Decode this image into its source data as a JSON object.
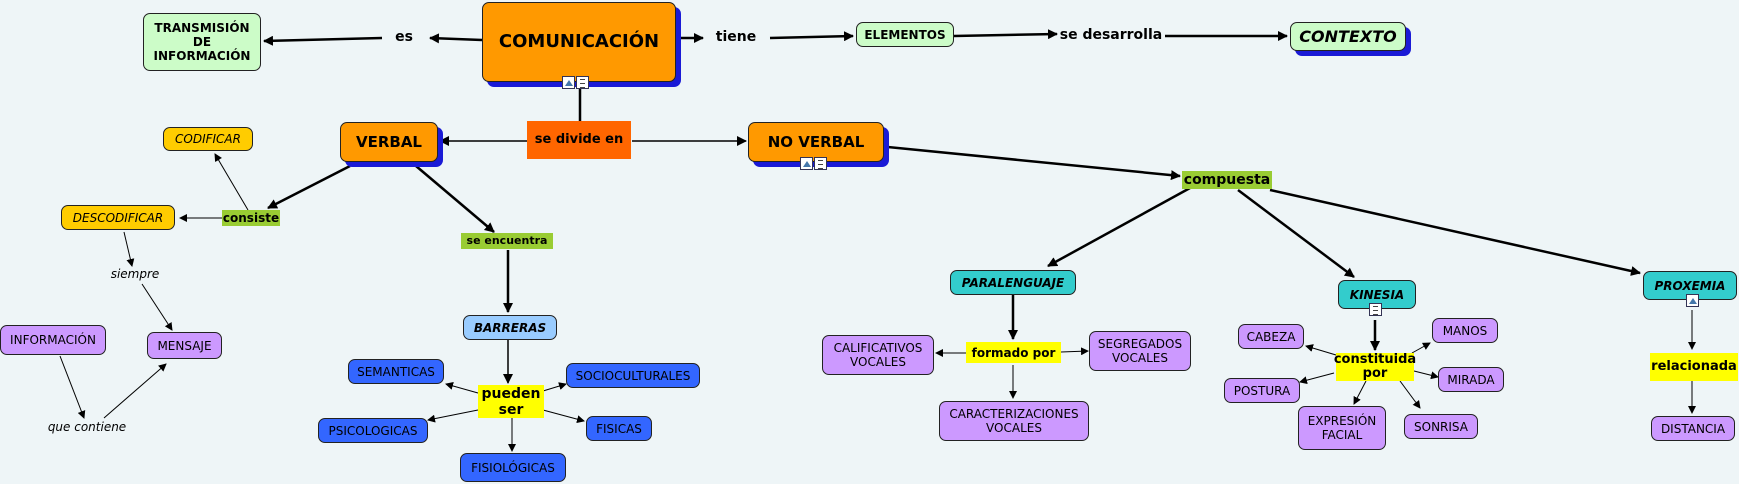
{
  "nodes": {
    "comunicacion": "COMUNICACIÓN",
    "transmision": "TRANSMISIÓN DE INFORMACIÓN",
    "es": "es",
    "tiene": "tiene",
    "elementos": "ELEMENTOS",
    "se_desarrolla": "se desarrolla",
    "contexto": "CONTEXTO",
    "se_divide_en": "se divide en",
    "verbal": "VERBAL",
    "no_verbal": "NO VERBAL",
    "codificar": "CODIFICAR",
    "descodificar": "DESCODIFICAR",
    "consiste": "consiste",
    "siempre": "siempre",
    "mensaje": "MENSAJE",
    "informacion": "INFORMACIÓN",
    "que_contiene": "que contiene",
    "se_encuentra": "se encuentra",
    "barreras": "BARRERAS",
    "pueden_ser": "pueden ser",
    "semanticas": "SEMANTICAS",
    "socioculturales": "SOCIOCULTURALES",
    "psicologicas": "PSICOLOGICAS",
    "fisicas": "FISICAS",
    "fisiologicas": "FISIOLÓGICAS",
    "compuesta": "compuesta",
    "paralenguaje": "PARALENGUAJE",
    "formado_por": "formado por",
    "calificativos": "CALIFICATIVOS VOCALES",
    "segregados": "SEGREGADOS VOCALES",
    "caracterizaciones": "CARACTERIZACIONES VOCALES",
    "kinesia": "KINESIA",
    "constituida_por": "constituida por",
    "cabeza": "CABEZA",
    "manos": "MANOS",
    "postura": "POSTURA",
    "mirada": "MIRADA",
    "expresion": "EXPRESIÓN FACIAL",
    "sonrisa": "SONRISA",
    "proxemia": "PROXEMIA",
    "relacionada": "relacionada",
    "distancia": "DISTANCIA"
  },
  "colors": {
    "background": "#eef5f7",
    "concept_green": "#ccfcc8",
    "concept_orange": "#ff9900",
    "concept_yellow": "#ffcc00",
    "concept_teal": "#33cccc",
    "concept_purple": "#cc99ff",
    "concept_blue": "#3366ff",
    "concept_light_blue": "#99ccff",
    "shadow": "#1a1ad6"
  },
  "icons": [
    "image-resource-icon",
    "document-resource-icon"
  ]
}
